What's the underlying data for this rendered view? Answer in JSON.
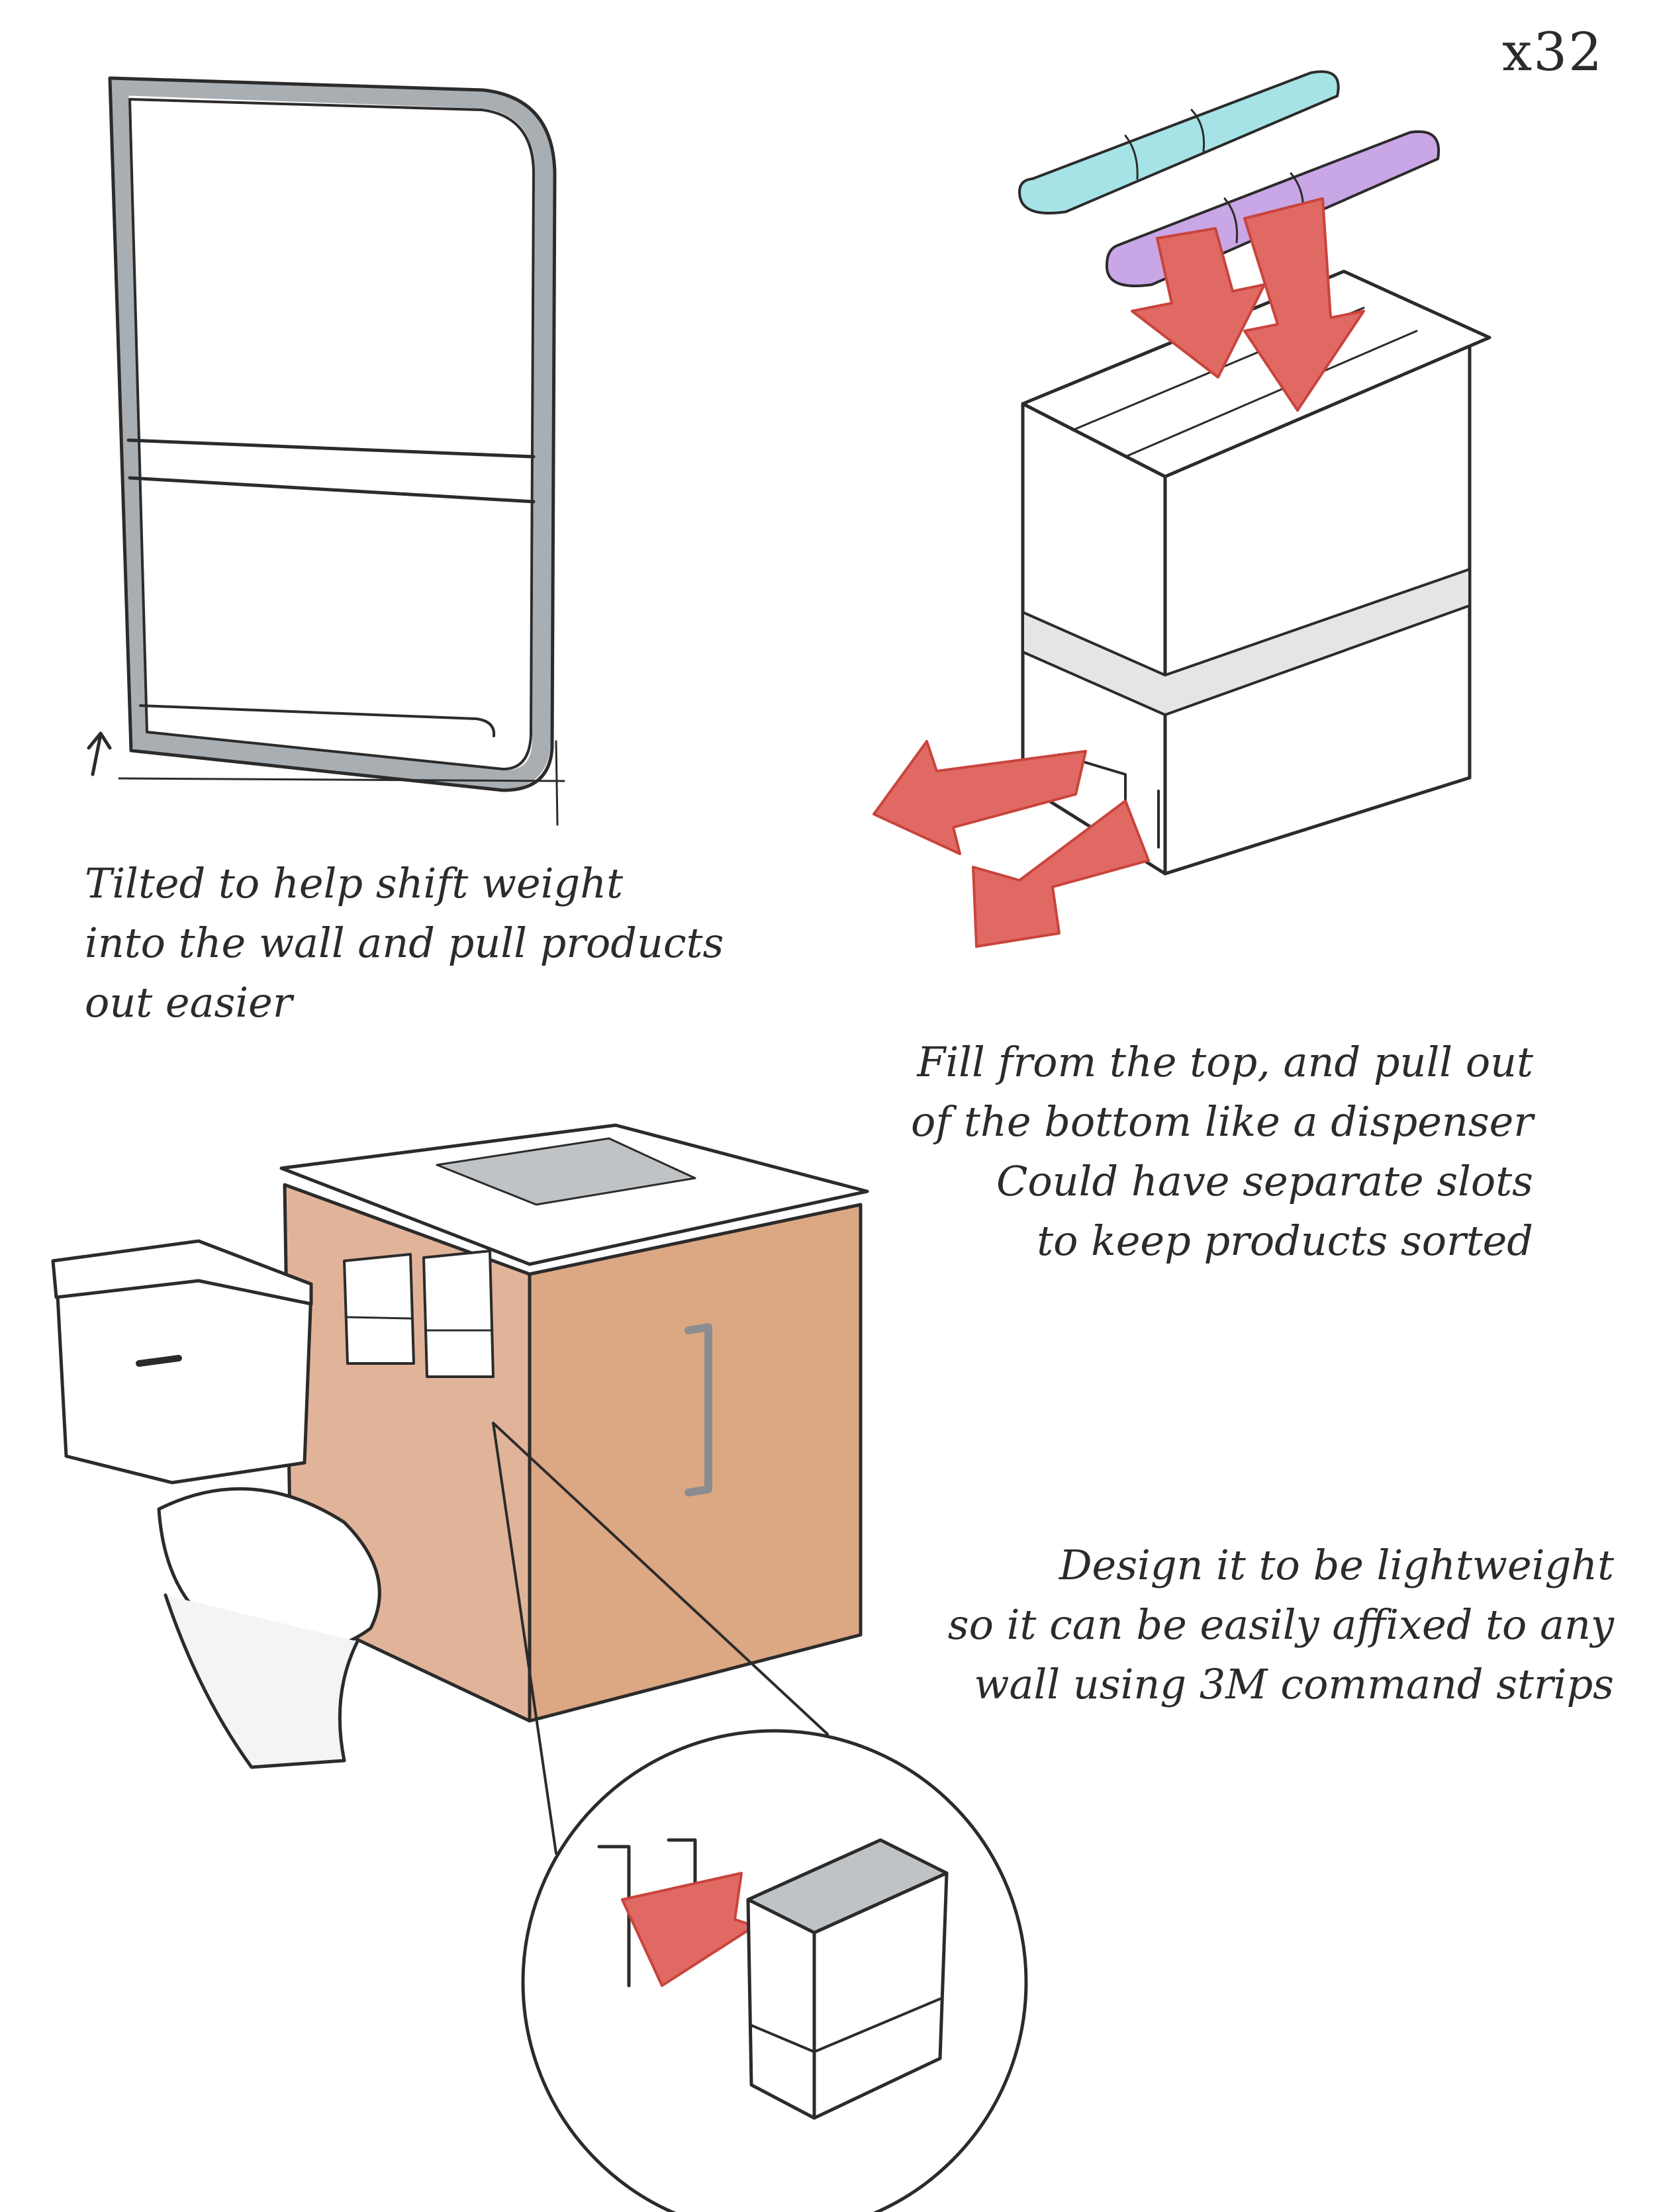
{
  "notes": {
    "tilt": [
      "Tilted to help shift weight",
      "into the wall and pull products",
      "out easier"
    ],
    "fill": [
      "Fill from the top, and pull out",
      "of  the bottom like a  dispenser",
      "Could have separate slots",
      "to keep products sorted"
    ],
    "lightweight": [
      "Design it to be lightweight",
      "so it can be easily affixed to any",
      "wall using 3M command strips"
    ],
    "count": "x32"
  },
  "colors": {
    "ink": "#2b2b2b",
    "frame_gray": "#a9aeb3",
    "arrow_red": "#e06a63",
    "roll_cyan": "#a6e3e6",
    "roll_purple": "#c9a6e6",
    "wood": "#c98a5e"
  }
}
